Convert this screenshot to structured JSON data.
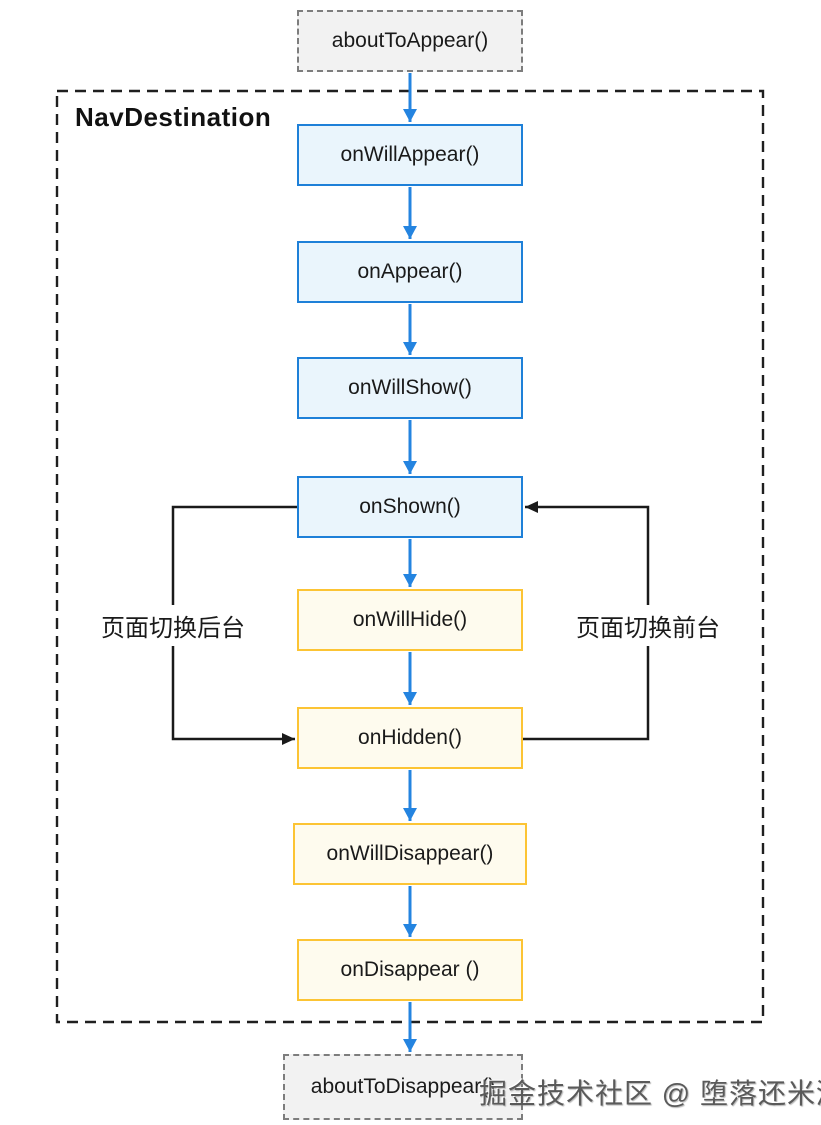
{
  "diagram": {
    "entry_box": {
      "label": "aboutToAppear()"
    },
    "container": {
      "label": "NavDestination"
    },
    "boxes": [
      {
        "label": "onWillAppear()",
        "type": "blue"
      },
      {
        "label": "onAppear()",
        "type": "blue"
      },
      {
        "label": "onWillShow()",
        "type": "blue"
      },
      {
        "label": "onShown()",
        "type": "blue"
      },
      {
        "label": "onWillHide()",
        "type": "yellow"
      },
      {
        "label": "onHidden()",
        "type": "yellow"
      },
      {
        "label": "onWillDisappear()",
        "type": "yellow"
      },
      {
        "label": "onDisappear ()",
        "type": "yellow"
      }
    ],
    "exit_box": {
      "label": "aboutToDisappear()"
    },
    "loop_labels": {
      "left": "页面切换后台",
      "right": "页面切换前台"
    },
    "watermark": "掘金技术社区 @ 堕落还米酒",
    "colors": {
      "blue_border": "#1E80D8",
      "blue_fill": "#EAF5FC",
      "yellow_border": "#FCC434",
      "yellow_fill": "#FEFBEE",
      "arrow_blue": "#2484E0",
      "loop_black": "#1A1A1A",
      "container_border": "#1F1F1F",
      "dashed_box_fill": "#F2F2F2",
      "dashed_box_border": "#7D7D7D"
    }
  }
}
